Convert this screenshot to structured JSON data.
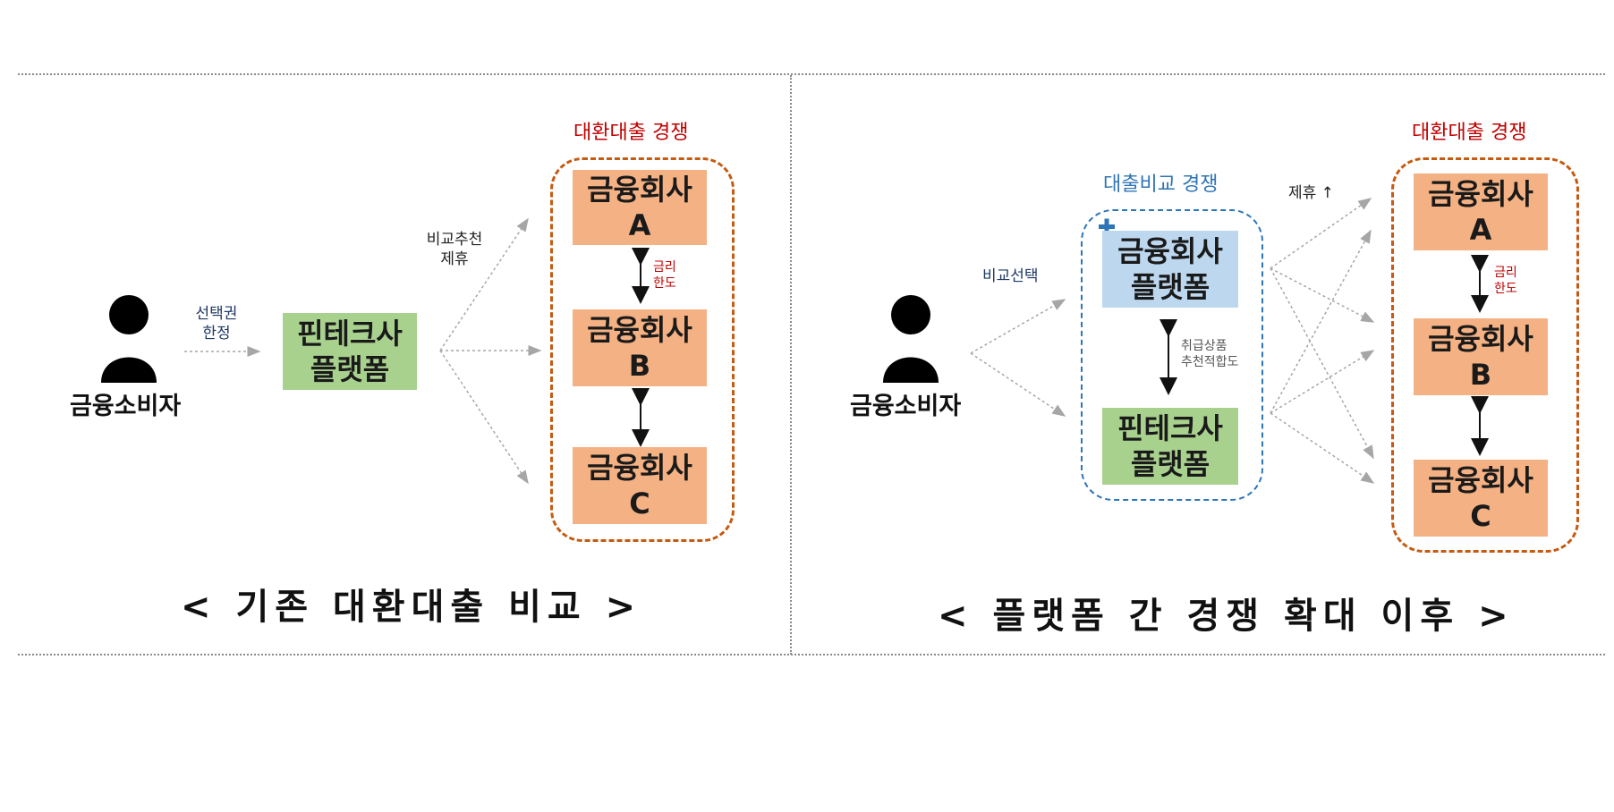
{
  "left_panel": {
    "consumer_label": "금융소비자",
    "arrow1_label": [
      "선택권",
      "한정"
    ],
    "fintech_box": [
      "핀테크사",
      "플랫폼"
    ],
    "arrow2_label": [
      "비교추천",
      "제휴"
    ],
    "group_label": "대환대출 경쟁",
    "bank_a": [
      "금융회사",
      "A"
    ],
    "bank_b": [
      "금융회사",
      "B"
    ],
    "bank_c": [
      "금융회사",
      "C"
    ],
    "rate_label": [
      "금리",
      "한도"
    ],
    "caption": "< 기존 대환대출 비교 >"
  },
  "right_panel": {
    "consumer_label": "금융소비자",
    "arrow_label": "비교선택",
    "platform_group_label": "대출비교 경쟁",
    "finco_platform_box": [
      "금융회사",
      "플랫폼"
    ],
    "fintech_box": [
      "핀테크사",
      "플랫폼"
    ],
    "middle_label": [
      "취급상품",
      "추천적합도"
    ],
    "partner_label": "제휴 ↑",
    "group_label": "대환대출 경쟁",
    "bank_a": [
      "금융회사",
      "A"
    ],
    "bank_b": [
      "금융회사",
      "B"
    ],
    "bank_c": [
      "금융회사",
      "C"
    ],
    "rate_label": [
      "금리",
      "한도"
    ],
    "caption": "< 플랫폼 간 경쟁 확대 이후 >"
  },
  "colors": {
    "bank_box": "#f4b183",
    "fintech_box": "#a9d18e",
    "finco_platform_box": "#bdd7ee",
    "group_border": "#c55a11",
    "platform_group_border": "#2e75b6",
    "group_label": "#c00000",
    "platform_group_label": "#2e75b6"
  }
}
